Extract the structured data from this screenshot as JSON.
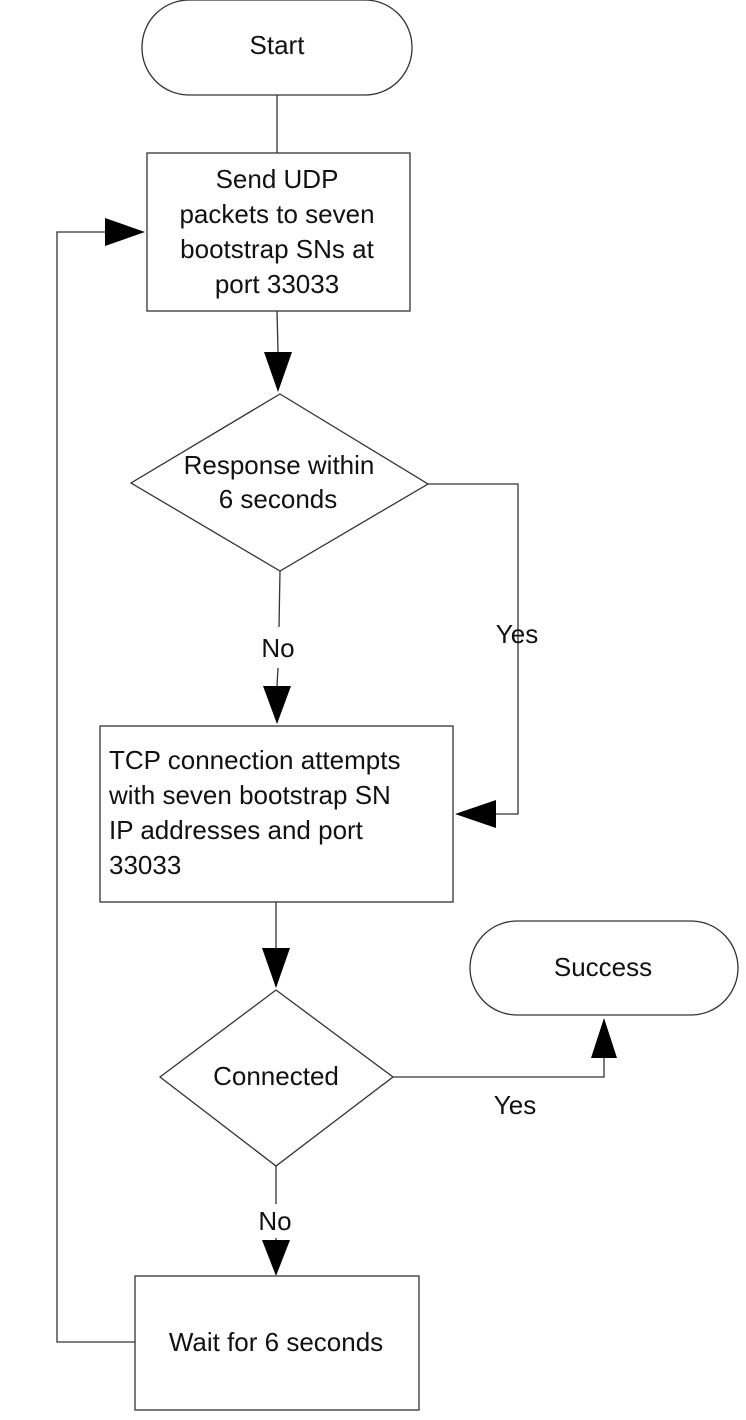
{
  "diagram": {
    "nodes": {
      "start": {
        "shape": "terminator",
        "lines": [
          "Start"
        ]
      },
      "send_udp": {
        "shape": "process",
        "lines": [
          "Send UDP",
          "packets to seven",
          "bootstrap SNs at",
          "port 33033"
        ]
      },
      "response_check": {
        "shape": "decision",
        "lines": [
          "Response within",
          "6 seconds"
        ]
      },
      "tcp_attempts": {
        "shape": "process",
        "lines": [
          "TCP connection attempts",
          "with seven bootstrap SN",
          "IP addresses and port",
          "33033"
        ]
      },
      "success": {
        "shape": "terminator",
        "lines": [
          "Success"
        ]
      },
      "connected_check": {
        "shape": "decision",
        "lines": [
          "Connected"
        ]
      },
      "wait": {
        "shape": "process",
        "lines": [
          "Wait for 6 seconds"
        ]
      }
    },
    "edges": {
      "response_no": {
        "from": "response_check",
        "to": "tcp_attempts",
        "label": "No"
      },
      "response_yes": {
        "from": "response_check",
        "to": "tcp_attempts",
        "label": "Yes"
      },
      "connected_yes": {
        "from": "connected_check",
        "to": "success",
        "label": "Yes"
      },
      "connected_no": {
        "from": "connected_check",
        "to": "wait",
        "label": "No"
      },
      "wait_loop": {
        "from": "wait",
        "to": "send_udp",
        "label": ""
      }
    }
  }
}
